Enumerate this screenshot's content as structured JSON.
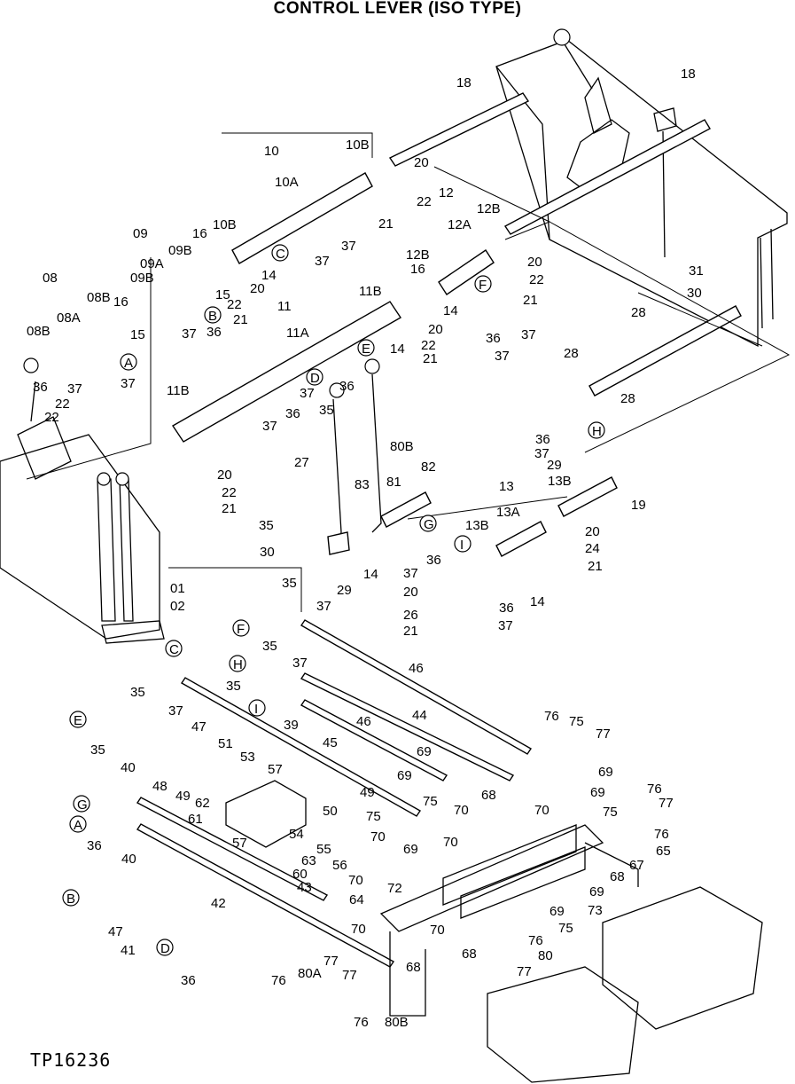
{
  "title": "CONTROL LEVER (ISO TYPE)",
  "footer_code": "TP16236",
  "callouts": [
    "A",
    "B",
    "C",
    "D",
    "E",
    "F",
    "G",
    "H",
    "I"
  ],
  "labels": [
    "01",
    "02",
    "08",
    "08A",
    "08B",
    "08B",
    "09",
    "09A",
    "09B",
    "09B",
    "10",
    "10A",
    "10B",
    "10B",
    "11",
    "11A",
    "11B",
    "11B",
    "12",
    "12A",
    "12B",
    "12B",
    "13",
    "13A",
    "13B",
    "13B",
    "14",
    "14",
    "14",
    "14",
    "14",
    "15",
    "15",
    "16",
    "16",
    "16",
    "18",
    "18",
    "19",
    "20",
    "20",
    "20",
    "20",
    "20",
    "20",
    "20",
    "21",
    "21",
    "21",
    "21",
    "21",
    "21",
    "21",
    "22",
    "22",
    "22",
    "22",
    "22",
    "22",
    "22",
    "24",
    "26",
    "27",
    "28",
    "28",
    "28",
    "29",
    "29",
    "30",
    "30",
    "31",
    "35",
    "35",
    "35",
    "35",
    "35",
    "35",
    "35",
    "36",
    "36",
    "36",
    "36",
    "36",
    "36",
    "36",
    "36",
    "36",
    "36",
    "37",
    "37",
    "37",
    "37",
    "37",
    "37",
    "37",
    "37",
    "37",
    "37",
    "37",
    "37",
    "37",
    "37",
    "37",
    "39",
    "40",
    "40",
    "41",
    "42",
    "43",
    "44",
    "45",
    "46",
    "46",
    "47",
    "47",
    "48",
    "49",
    "49",
    "50",
    "51",
    "53",
    "54",
    "55",
    "56",
    "57",
    "57",
    "60",
    "61",
    "62",
    "63",
    "64",
    "65",
    "67",
    "68",
    "68",
    "68",
    "68",
    "69",
    "69",
    "69",
    "69",
    "69",
    "69",
    "69",
    "70",
    "70",
    "70",
    "70",
    "70",
    "70",
    "70",
    "72",
    "73",
    "75",
    "75",
    "75",
    "75",
    "75",
    "76",
    "76",
    "76",
    "76",
    "76",
    "76",
    "77",
    "77",
    "77",
    "77",
    "77",
    "80",
    "80A",
    "80B",
    "80B",
    "81",
    "82",
    "83"
  ]
}
